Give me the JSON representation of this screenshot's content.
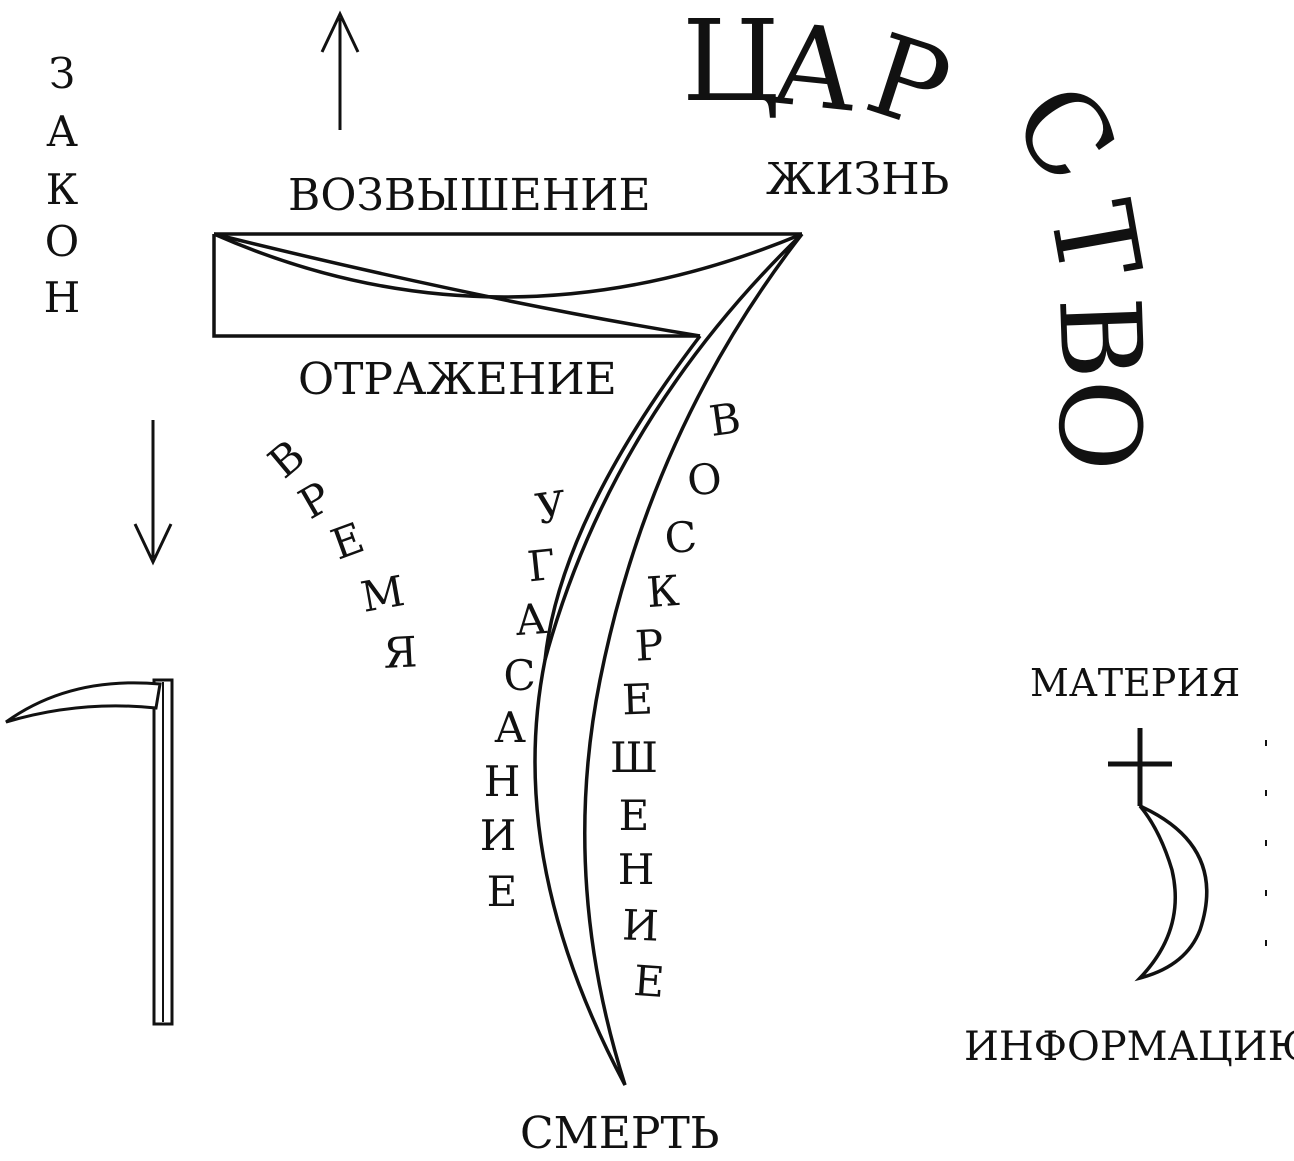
{
  "title": "ЦАРСТВО",
  "labels": {
    "vozvyshenie": "ВОЗВЫШЕНИЕ",
    "zhizn": "ЖИЗНЬ",
    "otrazhenie": "ОТРАЖЕНИЕ",
    "smert": "СМЕРТЬ",
    "materiya": "МАТЕРИЯ",
    "informatsiyu": "ИНФОРМАЦИЮ"
  },
  "zakon": [
    "З",
    "А",
    "К",
    "О",
    "Н"
  ],
  "vremya": [
    "В",
    "Р",
    "Е",
    "М",
    "Я"
  ],
  "ugasanie": [
    "У",
    "Г",
    "А",
    "С",
    "А",
    "Н",
    "И",
    "Е"
  ],
  "voskreshenie": [
    "В",
    "О",
    "С",
    "К",
    "Р",
    "Е",
    "Ш",
    "Е",
    "Н",
    "И",
    "Е"
  ],
  "tsarstvo_letters": [
    "Ц",
    "А",
    "Р",
    "С",
    "Т",
    "В",
    "О"
  ],
  "symbols": [
    "arrow-up",
    "arrow-down",
    "scythe",
    "saturn-symbol"
  ]
}
